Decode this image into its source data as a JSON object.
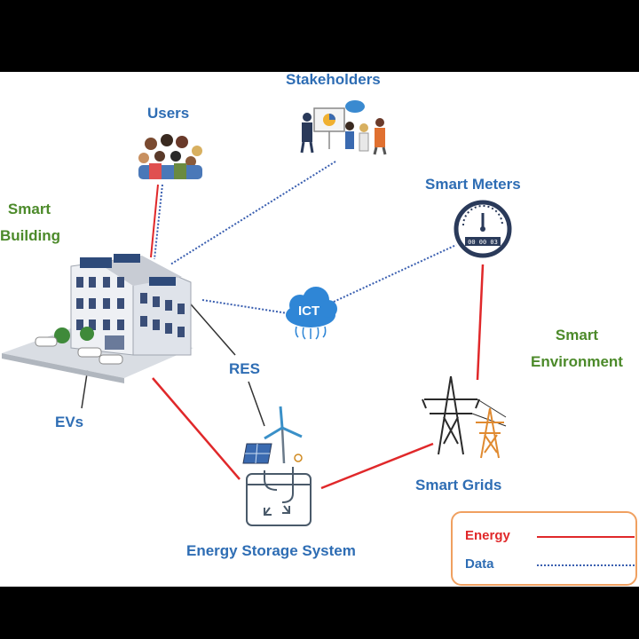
{
  "labels": {
    "stakeholders": "Stakeholders",
    "users": "Users",
    "smart_meters": "Smart Meters",
    "smart_building_line1": "Smart",
    "smart_building_line2": "Building",
    "ict": "ICT",
    "smart_environment_line1": "Smart",
    "smart_environment_line2": "Environment",
    "res": "RES",
    "evs": "EVs",
    "smart_grids": "Smart Grids",
    "energy_storage": "Energy Storage System",
    "meter_readout": "00 00 03"
  },
  "legend": {
    "energy": "Energy",
    "data": "Data"
  },
  "colors": {
    "energy_line": "#e0282a",
    "data_line": "#3a5fb0",
    "label_blue": "#2e6db4",
    "label_green": "#4c8a2a",
    "legend_border": "#f0a060"
  },
  "icons": [
    "users-icon",
    "stakeholders-icon",
    "smart-meter-icon",
    "smart-building-icon",
    "cloud-icon",
    "wind-solar-icon",
    "power-tower-icon",
    "energy-storage-icon"
  ]
}
